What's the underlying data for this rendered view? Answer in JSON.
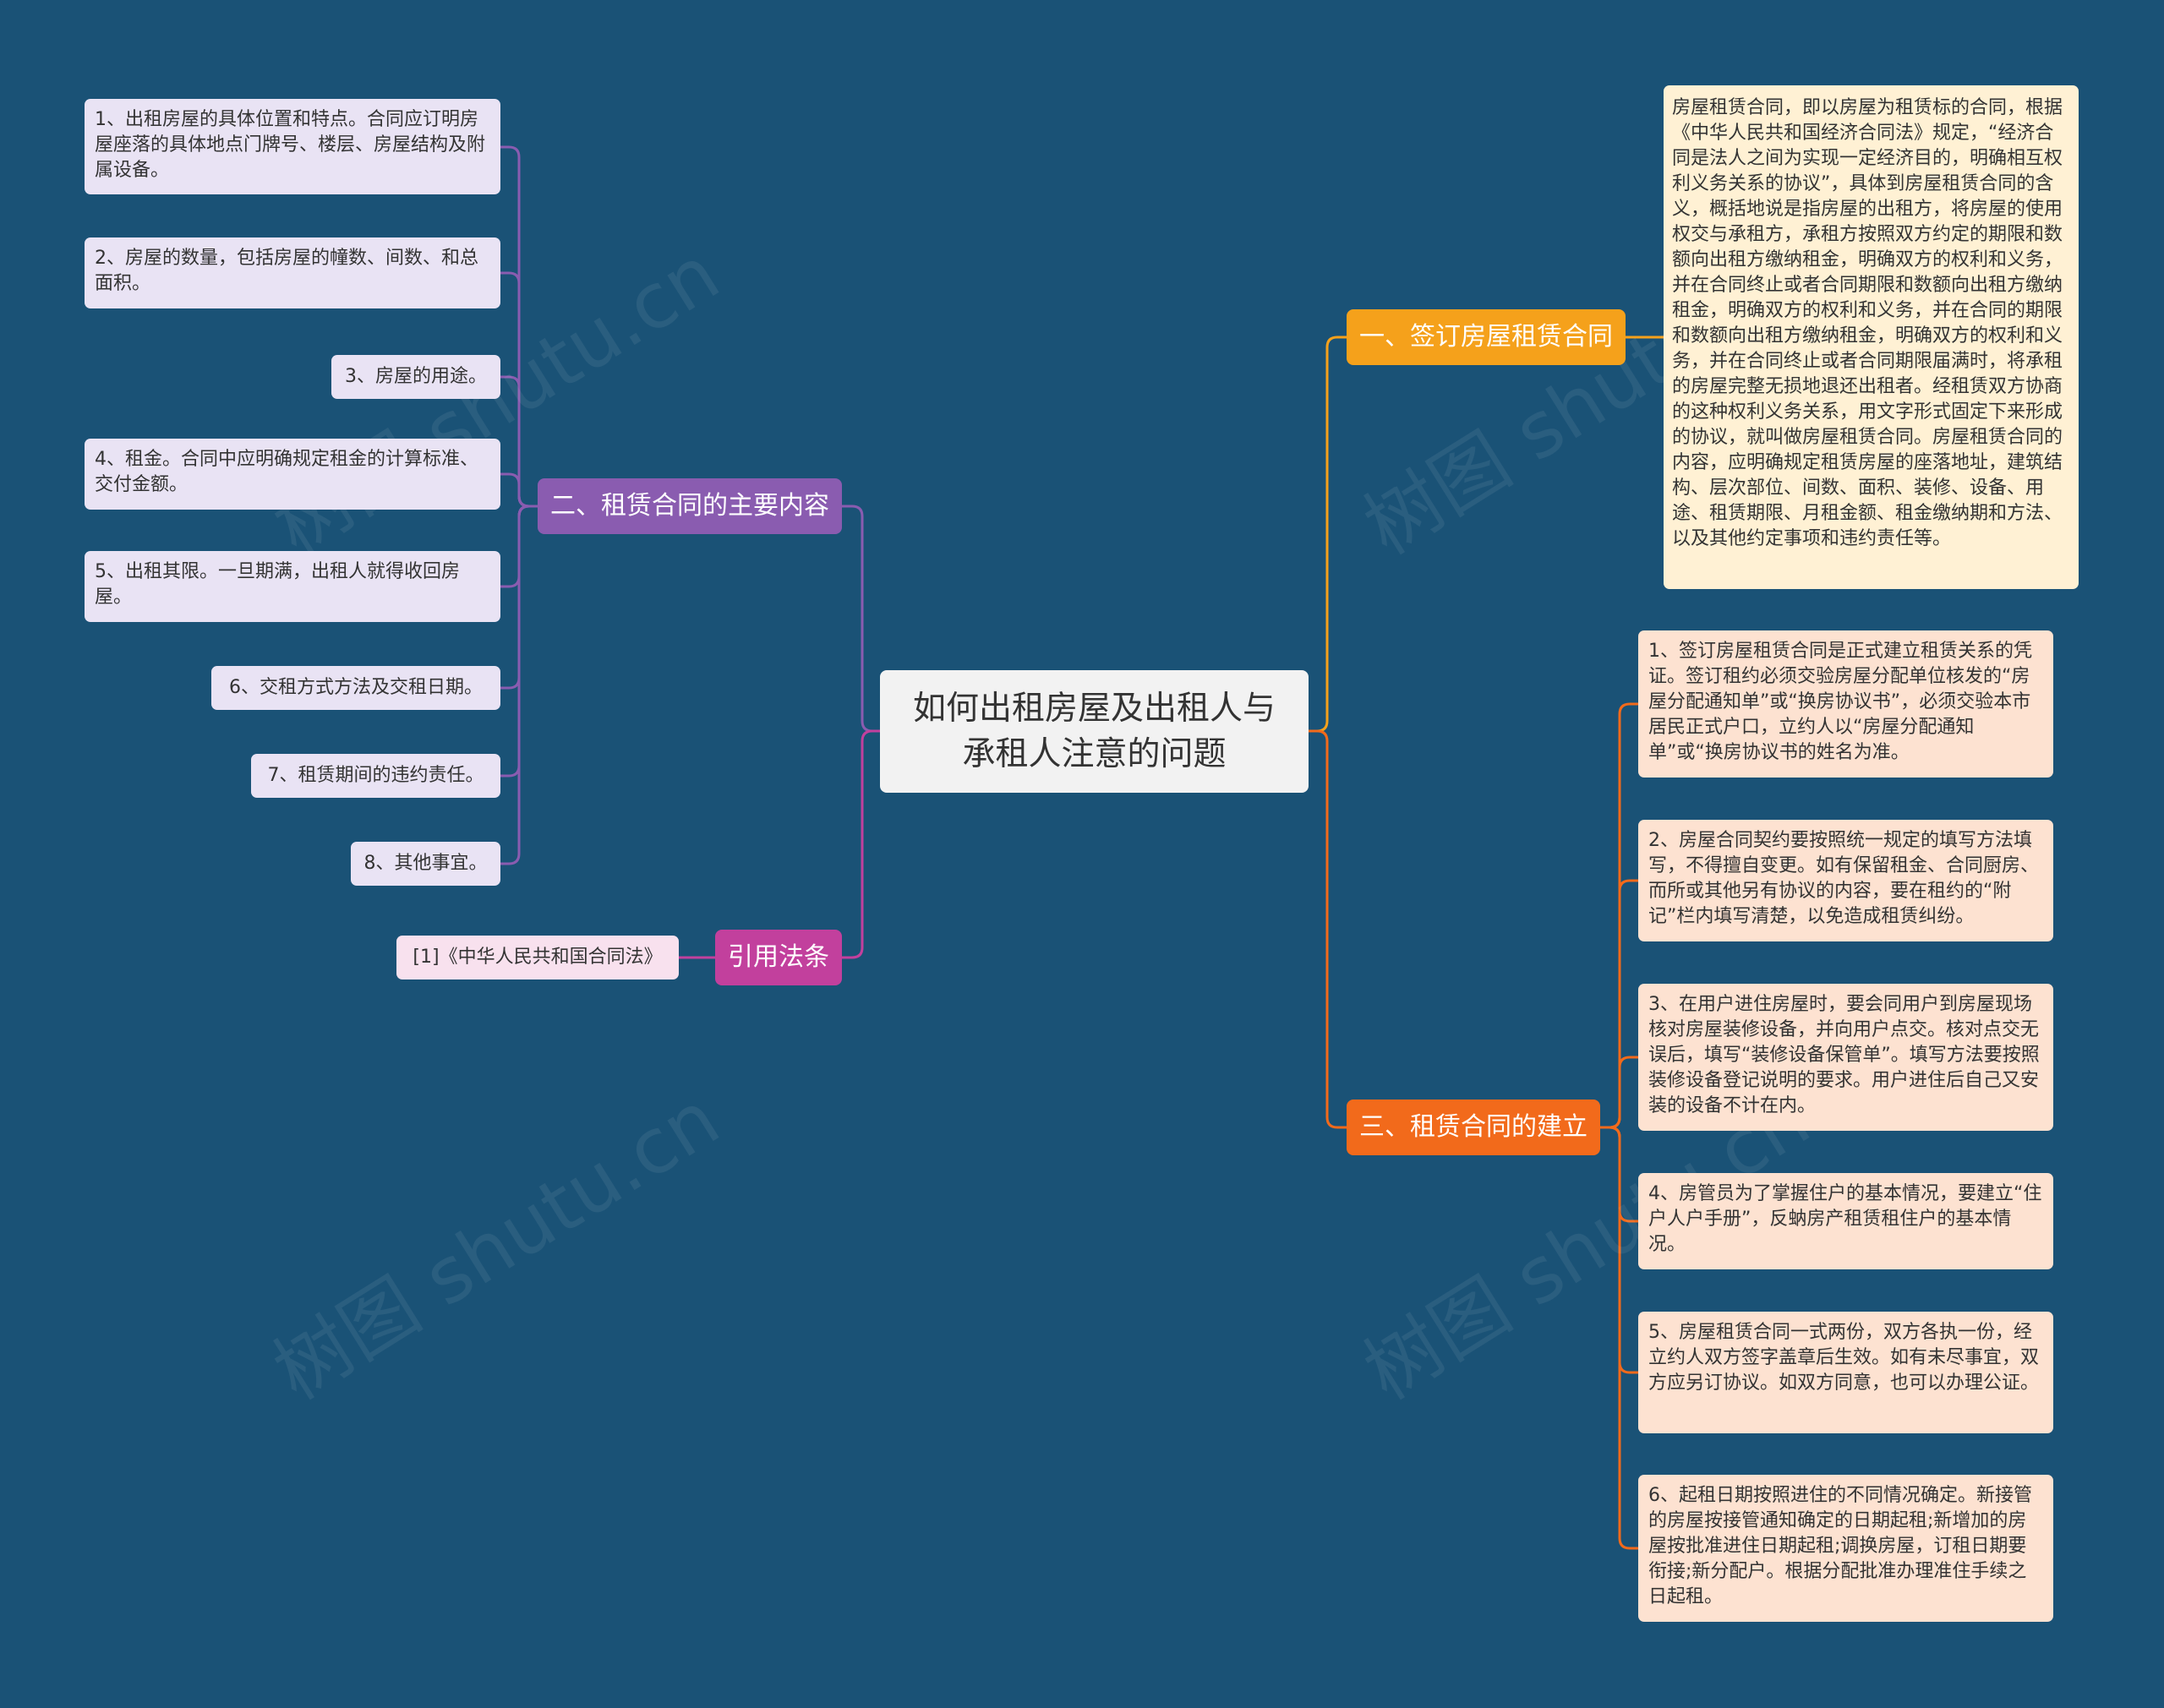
{
  "colors": {
    "background": "#1a5276",
    "purple": "#8a5cb0",
    "magenta": "#c2409d",
    "orange": "#f5a11b",
    "red_orange": "#f26a1b"
  },
  "watermark": "树图 shutu.cn",
  "root": {
    "title": "如何出租房屋及出租人与承租人注意的问题"
  },
  "left": {
    "main_content": {
      "label": "二、租赁合同的主要内容",
      "items": [
        "1、出租房屋的具体位置和特点。合同应订明房屋座落的具体地点门牌号、楼层、房屋结构及附属设备。",
        "2、房屋的数量，包括房屋的幢数、间数、和总面积。",
        "3、房屋的用途。",
        "4、租金。合同中应明确规定租金的计算标准、交付金额。",
        "5、出租其限。一旦期满，出租人就得收回房屋。",
        "6、交租方式方法及交租日期。",
        "7、租赁期间的违约责任。",
        "8、其他事宜。"
      ]
    },
    "citation": {
      "label": "引用法条",
      "items": [
        "[1]《中华人民共和国合同法》"
      ]
    }
  },
  "right": {
    "sign": {
      "label": "一、签订房屋租赁合同",
      "text": "房屋租赁合同，即以房屋为租赁标的合同，根据《中华人民共和国经济合同法》规定，“经济合同是法人之间为实现一定经济目的，明确相互权利义务关系的协议”，具体到房屋租赁合同的含义，概括地说是指房屋的出租方，将房屋的使用权交与承租方，承租方按照双方约定的期限和数额向出租方缴纳租金，明确双方的权利和义务，并在合同终止或者合同期限和数额向出租方缴纳租金，明确双方的权利和义务，并在合同的期限和数额向出租方缴纳租金，明确双方的权利和义务，并在合同终止或者合同期限届满时，将承租的房屋完整无损地退还出租者。经租赁双方协商的这种权利义务关系，用文字形式固定下来形成的协议，就叫做房屋租赁合同。房屋租赁合同的内容，应明确规定租赁房屋的座落地址，建筑结构、层次部位、间数、面积、装修、设备、用途、租赁期限、月租金额、租金缴纳期和方法、以及其他约定事项和违约责任等。"
    },
    "establish": {
      "label": "三、租赁合同的建立",
      "items": [
        "1、签订房屋租赁合同是正式建立租赁关系的凭证。签订租约必须交验房屋分配单位核发的“房屋分配通知单”或“换房协议书”，必须交验本市居民正式户口，立约人以“房屋分配通知单”或“换房协议书的姓名为准。",
        "2、房屋合同契约要按照统一规定的填写方法填写，不得擅自变更。如有保留租金、合同厨房、而所或其他另有协议的内容，要在租约的“附记”栏内填写清楚，以免造成租赁纠纷。",
        "3、在用户进住房屋时，要会同用户到房屋现场核对房屋装修设备，并向用户点交。核对点交无误后，填写“装修设备保管单”。填写方法要按照装修设备登记说明的要求。用户进住后自己又安装的设备不计在内。",
        "4、房管员为了掌握住户的基本情况，要建立“住户人户手册”，反蚋房产租赁租住户的基本情况。",
        "5、房屋租赁合同一式两份，双方各执一份，经立约人双方签字盖章后生效。如有未尽事宜，双方应另订协议。如双方同意，也可以办理公证。",
        "6、起租日期按照进住的不同情况确定。新接管的房屋按接管通知确定的日期起租;新增加的房屋按批准进住日期起租;调换房屋，订租日期要衔接;新分配户。根据分配批准办理准住手续之日起租。"
      ]
    }
  }
}
